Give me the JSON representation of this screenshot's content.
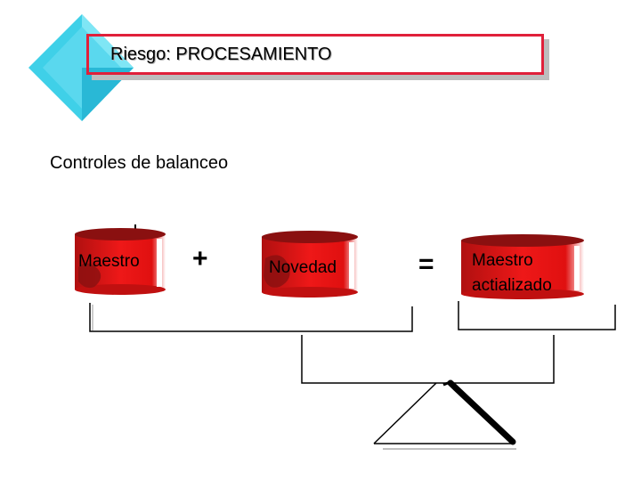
{
  "title": "Riesgo: PROCESAMIENTO",
  "subtitle": "Controles de balanceo",
  "cylinders": [
    {
      "label": "Maestro",
      "lines": [
        "Maestro"
      ]
    },
    {
      "label": "Novedad",
      "lines": [
        "Novedad"
      ]
    },
    {
      "label": "Maestro actializado",
      "lines": [
        "Maestro",
        "actializado"
      ]
    }
  ],
  "operators": {
    "plus": "+",
    "equals": "="
  },
  "colors": {
    "title_border": "#e0203a",
    "diamond": "#3fd0e8",
    "cylinder_fill": "#e01010",
    "cylinder_dark": "#8a1010"
  }
}
